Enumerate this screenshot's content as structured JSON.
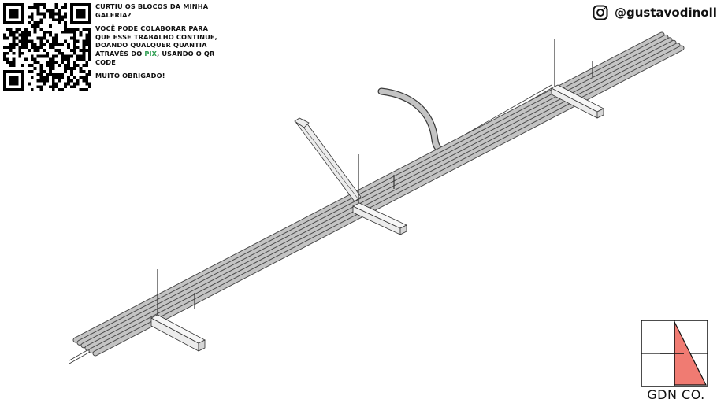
{
  "promo": {
    "line1": "CURTIU OS BLOCOS DA MINHA GALERIA?",
    "line2_before": "VOCÊ PODE COLABORAR PARA QUE ESSE TRABALHO CONTINUE, DOANDO QUALQUER QUANTIA ATRAVÉS DO ",
    "line2_pix": "PIX",
    "line2_after": ", USANDO O QR CODE",
    "line3": "MUITO OBRIGADO!"
  },
  "social": {
    "icon": "instagram-icon",
    "handle": "@gustavodinolla"
  },
  "logo": {
    "text": "GDN CO.",
    "accent_color": "#f07b72"
  },
  "colors": {
    "pipe_fill": "#c4c4c4",
    "pipe_stroke": "#4a4a4a",
    "support_fill": "#ececec",
    "pix_green": "#2e9e52"
  }
}
